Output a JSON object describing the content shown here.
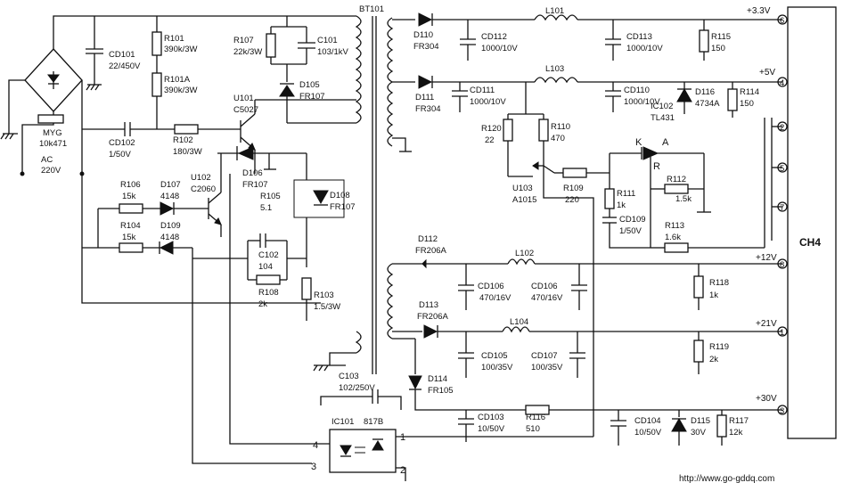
{
  "diagram": {
    "transformer": "BT101",
    "connector": "CH4",
    "url": "http://www.go-gddq.com",
    "ac_input": {
      "label1": "AC",
      "label2": "220V"
    },
    "rails": {
      "v33": "+3.3V",
      "v5": "+5V",
      "v12": "+12V",
      "v21": "+21V",
      "v30": "+30V"
    },
    "pins": {
      "p1": "1",
      "p2": "2",
      "p3": "3",
      "p4": "4",
      "p5": "5",
      "p6": "6",
      "p7": "7",
      "p8": "8"
    },
    "components": {
      "CD101": {
        "name": "CD101",
        "value": "22/450V"
      },
      "MYG": {
        "name": "MYG",
        "value": "10k471"
      },
      "R101": {
        "name": "R101",
        "value": "390k/3W"
      },
      "R101A": {
        "name": "R101A",
        "value": "390k/3W"
      },
      "R107": {
        "name": "R107",
        "value": "22k/3W"
      },
      "C101": {
        "name": "C101",
        "value": "103/1kV"
      },
      "D105": {
        "name": "D105",
        "value": "FR107"
      },
      "U101": {
        "name": "U101",
        "value": "C5027"
      },
      "CD102": {
        "name": "CD102",
        "value": "1/50V"
      },
      "R102": {
        "name": "R102",
        "value": "180/3W"
      },
      "D106": {
        "name": "D106",
        "value": "FR107"
      },
      "R105": {
        "name": "R105",
        "value": "5.1"
      },
      "D108": {
        "name": "D108",
        "value": "FR107"
      },
      "R106": {
        "name": "R106",
        "value": "15k"
      },
      "D107": {
        "name": "D107",
        "value": "4148"
      },
      "U102": {
        "name": "U102",
        "value": "C2060"
      },
      "R104": {
        "name": "R104",
        "value": "15k"
      },
      "D109": {
        "name": "D109",
        "value": "4148"
      },
      "C102": {
        "name": "C102",
        "value": "104"
      },
      "R108": {
        "name": "R108",
        "value": "2k"
      },
      "R103": {
        "name": "R103",
        "value": "1.5/3W"
      },
      "C103": {
        "name": "C103",
        "value": "102/250V"
      },
      "IC101": {
        "name": "IC101",
        "value": "817B"
      },
      "D110": {
        "name": "D110",
        "value": "FR304"
      },
      "CD112": {
        "name": "CD112",
        "value": "1000/10V"
      },
      "L101": {
        "name": "L101",
        "value": ""
      },
      "CD113": {
        "name": "CD113",
        "value": "1000/10V"
      },
      "R115": {
        "name": "R115",
        "value": "150"
      },
      "D111": {
        "name": "D111",
        "value": "FR304"
      },
      "CD111": {
        "name": "CD111",
        "value": "1000/10V"
      },
      "L103": {
        "name": "L103",
        "value": ""
      },
      "CD110": {
        "name": "CD110",
        "value": "1000/10V"
      },
      "D116": {
        "name": "D116",
        "value": "4734A"
      },
      "R114": {
        "name": "R114",
        "value": "150"
      },
      "R120": {
        "name": "R120",
        "value": "22"
      },
      "R110": {
        "name": "R110",
        "value": "470"
      },
      "IC102": {
        "name": "IC102",
        "value": "TL431"
      },
      "U103": {
        "name": "U103",
        "value": "A1015"
      },
      "R109": {
        "name": "R109",
        "value": "220"
      },
      "R111": {
        "name": "R111",
        "value": "1k"
      },
      "R112": {
        "name": "R112",
        "value": "1.5k"
      },
      "CD109": {
        "name": "CD109",
        "value": "1/50V"
      },
      "R113": {
        "name": "R113",
        "value": "1.6k"
      },
      "D112": {
        "name": "D112",
        "value": "FR206A"
      },
      "L102": {
        "name": "L102",
        "value": ""
      },
      "CD106a": {
        "name": "CD106",
        "value": "470/16V"
      },
      "CD106b": {
        "name": "CD106",
        "value": "470/16V"
      },
      "R118": {
        "name": "R118",
        "value": "1k"
      },
      "D113": {
        "name": "D113",
        "value": "FR206A"
      },
      "L104": {
        "name": "L104",
        "value": ""
      },
      "CD105": {
        "name": "CD105",
        "value": "100/35V"
      },
      "CD107": {
        "name": "CD107",
        "value": "100/35V"
      },
      "R119": {
        "name": "R119",
        "value": "2k"
      },
      "D114": {
        "name": "D114",
        "value": "FR105"
      },
      "CD103": {
        "name": "CD103",
        "value": "10/50V"
      },
      "R116": {
        "name": "R116",
        "value": "510"
      },
      "CD104": {
        "name": "CD104",
        "value": "10/50V"
      },
      "D115": {
        "name": "D115",
        "value": "30V"
      },
      "R117": {
        "name": "R117",
        "value": "12k"
      }
    },
    "ic_pins": {
      "k": "K",
      "a": "A",
      "r": "R"
    }
  }
}
